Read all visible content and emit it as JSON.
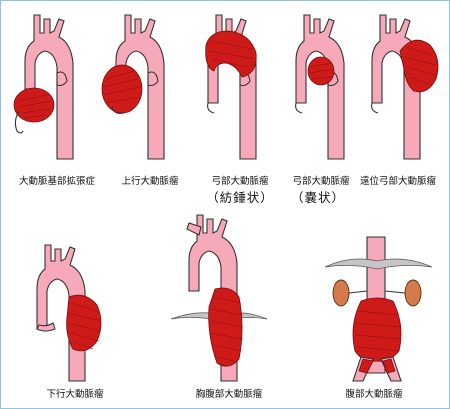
{
  "panels": [
    {
      "id": "aortic-root-dilation",
      "label": "大動脈基部拡張症",
      "sub": ""
    },
    {
      "id": "ascending-aneurysm",
      "label": "上行大動脈瘤",
      "sub": ""
    },
    {
      "id": "arch-fusiform",
      "label": "弓部大動脈瘤",
      "sub": "（紡錘状）"
    },
    {
      "id": "arch-saccular",
      "label": "弓部大動脈瘤",
      "sub": "（嚢状）"
    },
    {
      "id": "distal-arch",
      "label": "遠位弓部大動脈瘤",
      "sub": ""
    },
    {
      "id": "descending",
      "label": "下行大動脈瘤",
      "sub": ""
    },
    {
      "id": "thoracoabdominal",
      "label": "胸腹部大動脈瘤",
      "sub": ""
    },
    {
      "id": "abdominal",
      "label": "腹部大動脈瘤",
      "sub": ""
    }
  ],
  "colors": {
    "vessel": "#f6a9b8",
    "aneurysm": "#cf1a1a",
    "kidney": "#d57a4a",
    "border": "#8ec3e3"
  }
}
